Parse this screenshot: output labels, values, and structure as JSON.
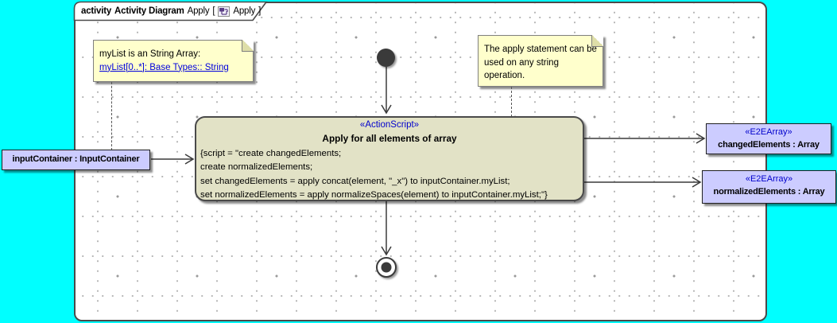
{
  "colors": {
    "canvas_bg": "#00ffff",
    "frame_bg": "#ffffff",
    "frame_border": "#4a4a4a",
    "note_bg": "#ffffcc",
    "action_bg": "#e2e2c6",
    "object_bg": "#ccccff",
    "stereotype_text": "#0000cc",
    "link_text": "#0000dd",
    "flow_stroke": "#3a3a3a"
  },
  "frame_tab": {
    "keyword": "activity",
    "diagram_type": "Activity Diagram",
    "diagram_name": "Apply",
    "open_bracket": "[",
    "icon": "activity-diagram-icon",
    "icon_label": "Apply",
    "close_bracket": "]"
  },
  "notes": {
    "mylist": {
      "line1": "myList is an String Array:",
      "link": "myList[0..*]: Base Types:: String"
    },
    "apply": {
      "line1": "The apply statement can be",
      "line2": "used on any string",
      "line3": "operation."
    }
  },
  "action": {
    "stereotype": "«ActionScript»",
    "title": "Apply for all elements of array",
    "body_lines": [
      "{script = \"create changedElements;",
      "create normalizedElements;",
      "set changedElements = apply concat(element, \"_x\") to inputContainer.myList;",
      "set normalizedElements = apply normalizeSpaces(element) to inputContainer.myList;\"}"
    ]
  },
  "objects": {
    "input": {
      "label": "inputContainer : InputContainer"
    },
    "changed": {
      "stereotype": "«E2EArray»",
      "label": "changedElements : Array"
    },
    "normalized": {
      "stereotype": "«E2EArray»",
      "label": "normalizedElements : Array"
    }
  }
}
